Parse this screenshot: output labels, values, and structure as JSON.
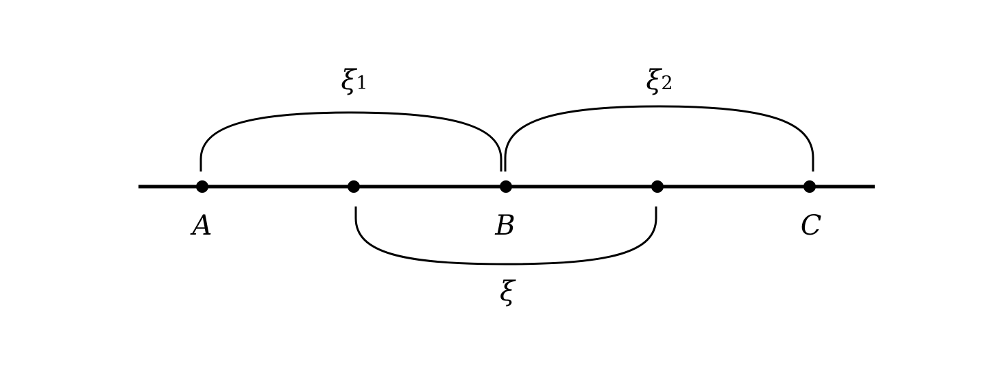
{
  "points": [
    {
      "id": "A",
      "label": "A"
    },
    {
      "id": "p2",
      "label": ""
    },
    {
      "id": "B",
      "label": "B"
    },
    {
      "id": "p4",
      "label": ""
    },
    {
      "id": "C",
      "label": "C"
    }
  ],
  "braces": [
    {
      "id": "xi1",
      "symbol": "ξ",
      "subscript": "1"
    },
    {
      "id": "xi2",
      "symbol": "ξ",
      "subscript": "2"
    },
    {
      "id": "xi",
      "symbol": "ξ",
      "subscript": ""
    }
  ],
  "colors": {
    "ink": "#000000",
    "background": "#ffffff"
  }
}
